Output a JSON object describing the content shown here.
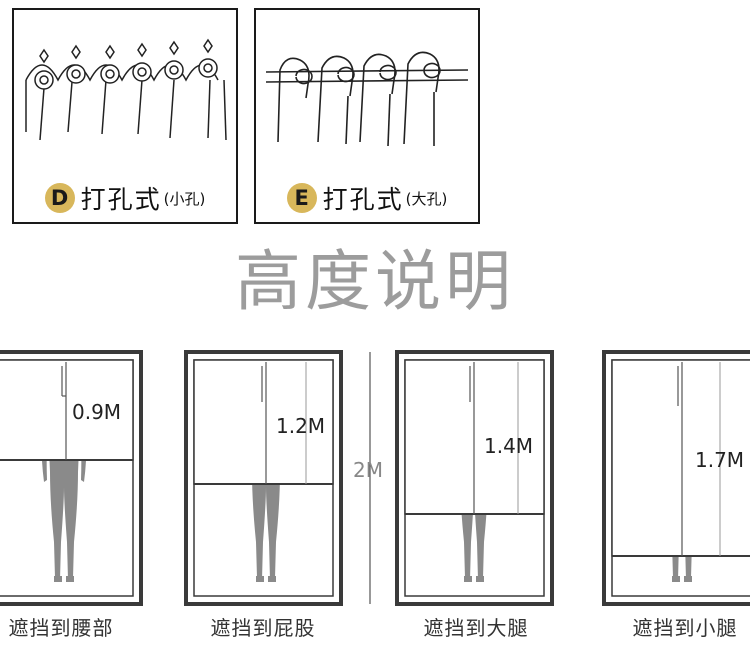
{
  "hook_styles": [
    {
      "badge": "D",
      "label": "打孔式",
      "sub": "(小孔)"
    },
    {
      "badge": "E",
      "label": "打孔式",
      "sub": "(大孔)"
    }
  ],
  "section_title": "高度说明",
  "total_height_label": "2M",
  "windows": [
    {
      "height_label": "0.9M",
      "caption": "遮挡到腰部",
      "coverage_m": 0.9
    },
    {
      "height_label": "1.2M",
      "caption": "遮挡到屁股",
      "coverage_m": 1.2
    },
    {
      "height_label": "1.4M",
      "caption": "遮挡到大腿",
      "coverage_m": 1.4
    },
    {
      "height_label": "1.7M",
      "caption": "遮挡到小腿",
      "coverage_m": 1.7
    }
  ],
  "colors": {
    "badge": "#d8b75b",
    "title": "#9c9c9c",
    "frame": "#3a3a3a",
    "figure": "#8a8a8a"
  }
}
